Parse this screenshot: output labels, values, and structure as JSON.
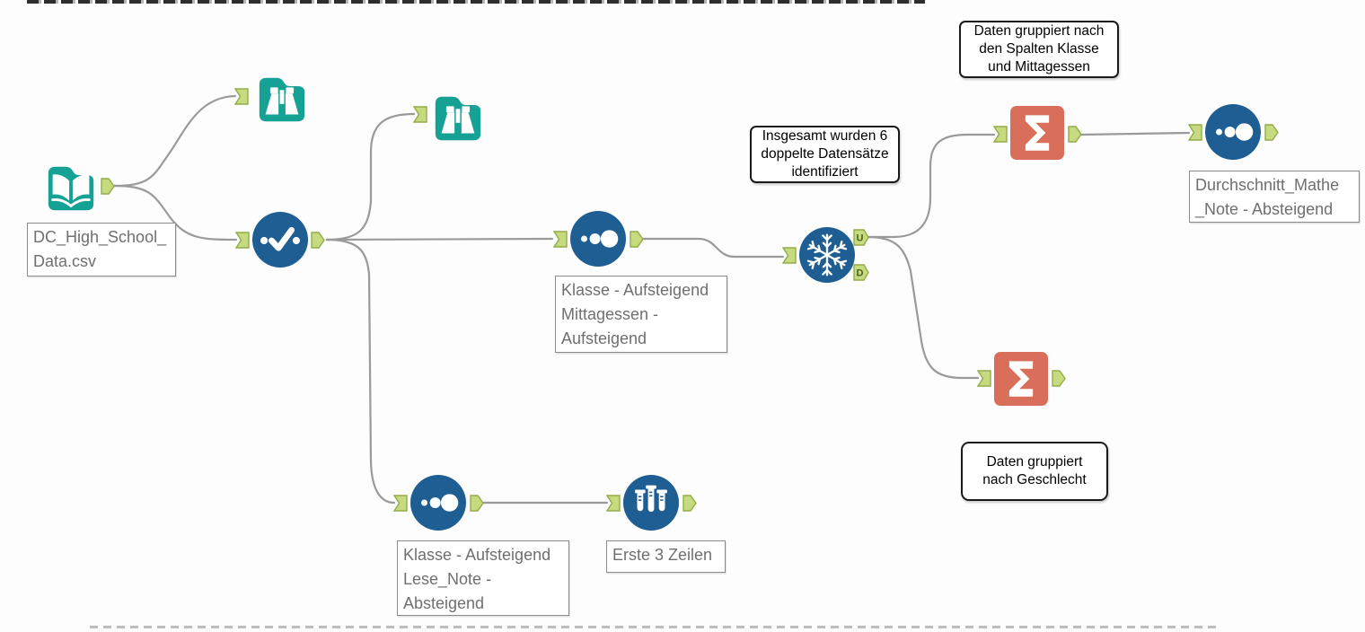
{
  "canvas": {
    "name": "Alteryx workflow canvas"
  },
  "colors": {
    "teal": "#16A195",
    "blue": "#1E5E92",
    "salmon": "#D96F5B",
    "anchor_fill": "#C6DB7F",
    "anchor_border": "#93AC49",
    "anchor_letter": "#4F5D1D",
    "wire": "#9A9A9A",
    "label_text": "#6F6F6F",
    "label_border": "#8C8C8C",
    "annotation_text": "#000000",
    "annotation_border": "#1A1A1A"
  },
  "tools": {
    "input_data": {
      "icon": "input-data-book-icon",
      "label": "DC_High_School_\nData.csv"
    },
    "browse_top": {
      "icon": "browse-binoculars-icon"
    },
    "browse_mid": {
      "icon": "browse-binoculars-icon"
    },
    "select": {
      "icon": "select-checkmark-icon"
    },
    "sort_middle": {
      "icon": "sort-dots-icon",
      "label": "Klasse - Aufsteigend\nMittagessen -\nAufsteigend"
    },
    "unique": {
      "icon": "unique-snowflake-icon",
      "output_u": "U",
      "output_d": "D"
    },
    "summarize_top": {
      "icon": "summarize-sigma-icon"
    },
    "sort_right": {
      "icon": "sort-dots-icon",
      "label": "Durchschnitt_Mathe\n_Note - Absteigend"
    },
    "summarize_bottom": {
      "icon": "summarize-sigma-icon"
    },
    "sort_bottom": {
      "icon": "sort-dots-icon",
      "label": "Klasse - Aufsteigend\nLese_Note -\nAbsteigend"
    },
    "sample": {
      "icon": "sample-testtubes-icon",
      "label": "Erste 3 Zeilen"
    }
  },
  "annotations": {
    "grouped_columns": "Daten gruppiert nach\nden Spalten Klasse\nund Mittagessen",
    "duplicates": "Insgesamt wurden 6\ndoppelte Datensätze\nidentifiziert",
    "grouped_gender": "Daten gruppiert\nnach Geschlecht"
  }
}
